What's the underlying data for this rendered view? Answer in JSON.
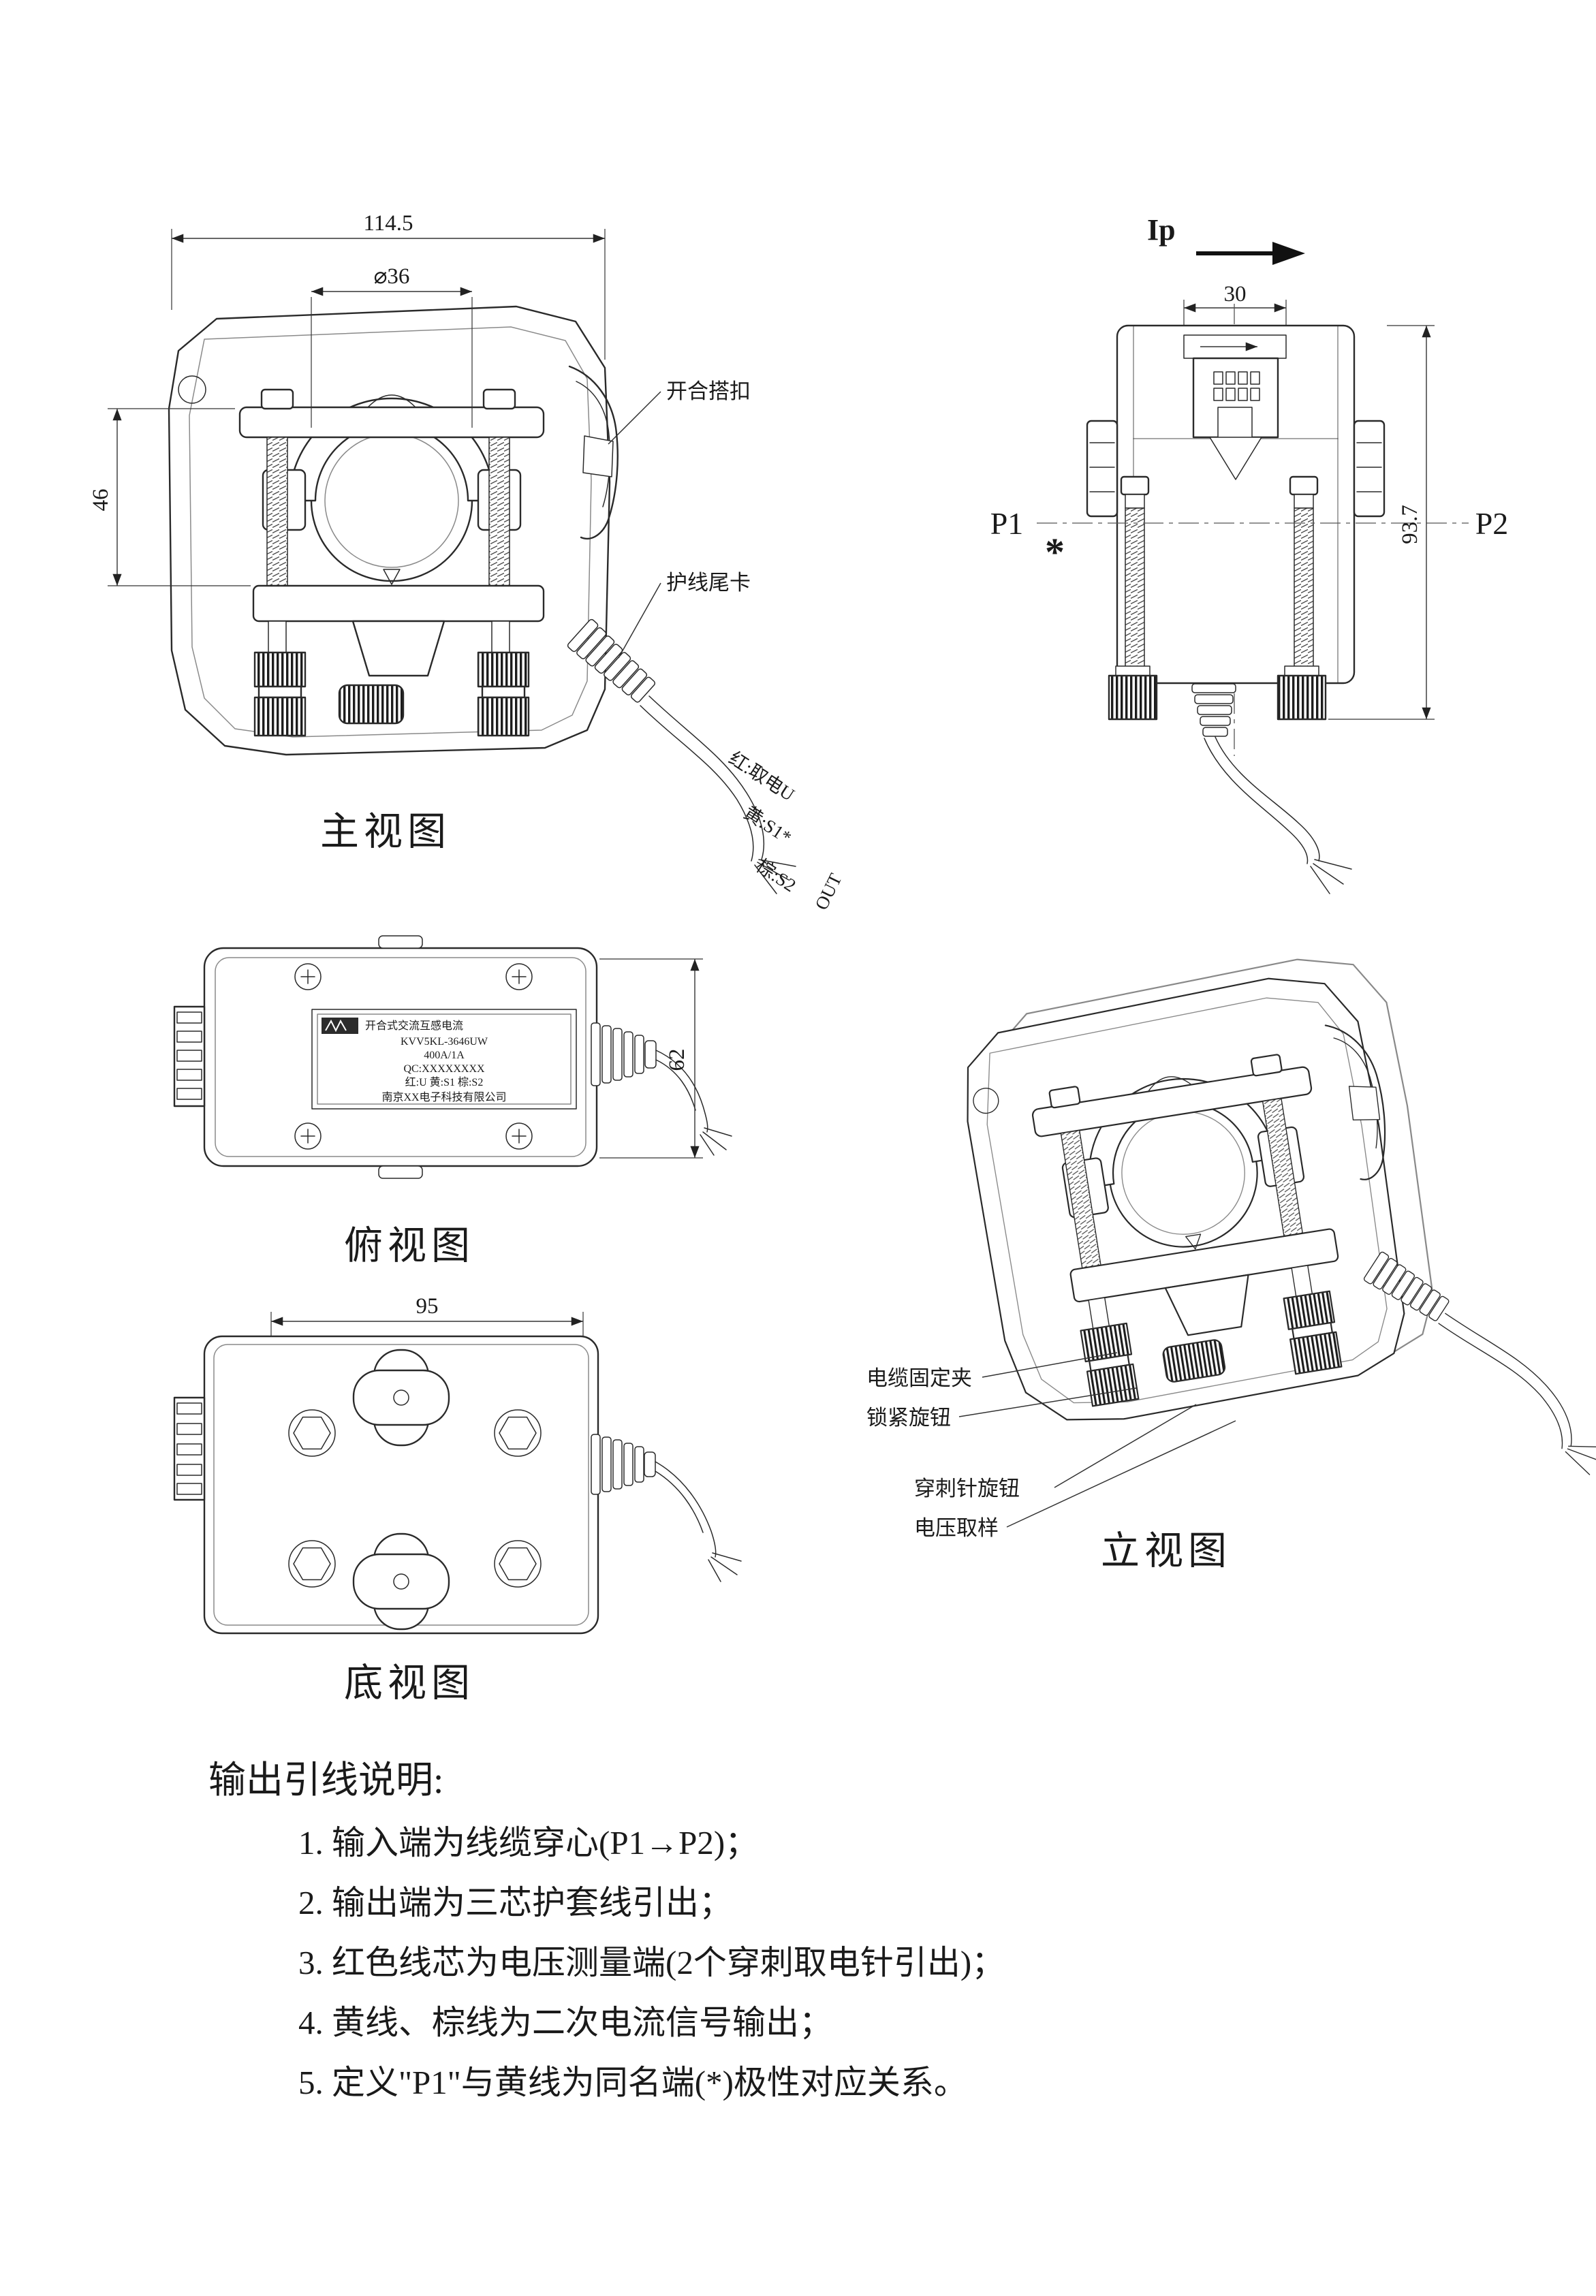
{
  "colors": {
    "red": "#ff0000",
    "ink": "#1a1a1a"
  },
  "front_view": {
    "title": "主视图",
    "dim_width": "114.5",
    "dim_hole": "⌀36",
    "dim_height": "46",
    "label_clasp": "开合搭扣",
    "label_cord_clip": "护线尾卡",
    "wire_red": "红:取电U",
    "wire_yellow": "黄:S1*",
    "wire_brown": "棕:S2",
    "wire_out": "OUT"
  },
  "side_view": {
    "current_label": "Ip",
    "terminal_left": "P1",
    "terminal_right": "P2",
    "polarity_mark": "*",
    "dim_top_width": "30",
    "dim_height": "93.7"
  },
  "top_view": {
    "title": "俯视图",
    "dim_depth": "62",
    "nameplate": {
      "l1": "开合式交流互感电流",
      "l2": "KVV5KL-3646UW",
      "l3": "400A/1A",
      "l4": "QC:XXXXXXXX",
      "l5": "红:U  黄:S1  棕:S2",
      "l6": "南京XX电子科技有限公司"
    }
  },
  "bottom_view": {
    "title": "底视图",
    "dim_width": "95"
  },
  "elevation_view": {
    "title": "立视图",
    "label_cable_clamp": "电缆固定夹",
    "label_lock_knob": "锁紧旋钮",
    "label_pierce_knob": "穿刺针旋钮",
    "label_voltage_tap": "电压取样"
  },
  "notes": {
    "title": "输出引线说明:",
    "items": [
      "1.  输入端为线缆穿心(P1→P2)；",
      "2.  输出端为三芯护套线引出；",
      "3.  红色线芯为电压测量端(2个穿刺取电针引出)；",
      "4.  黄线、棕线为二次电流信号输出；",
      "5.  定义\"P1\"与黄线为同名端(*)极性对应关系。"
    ]
  }
}
